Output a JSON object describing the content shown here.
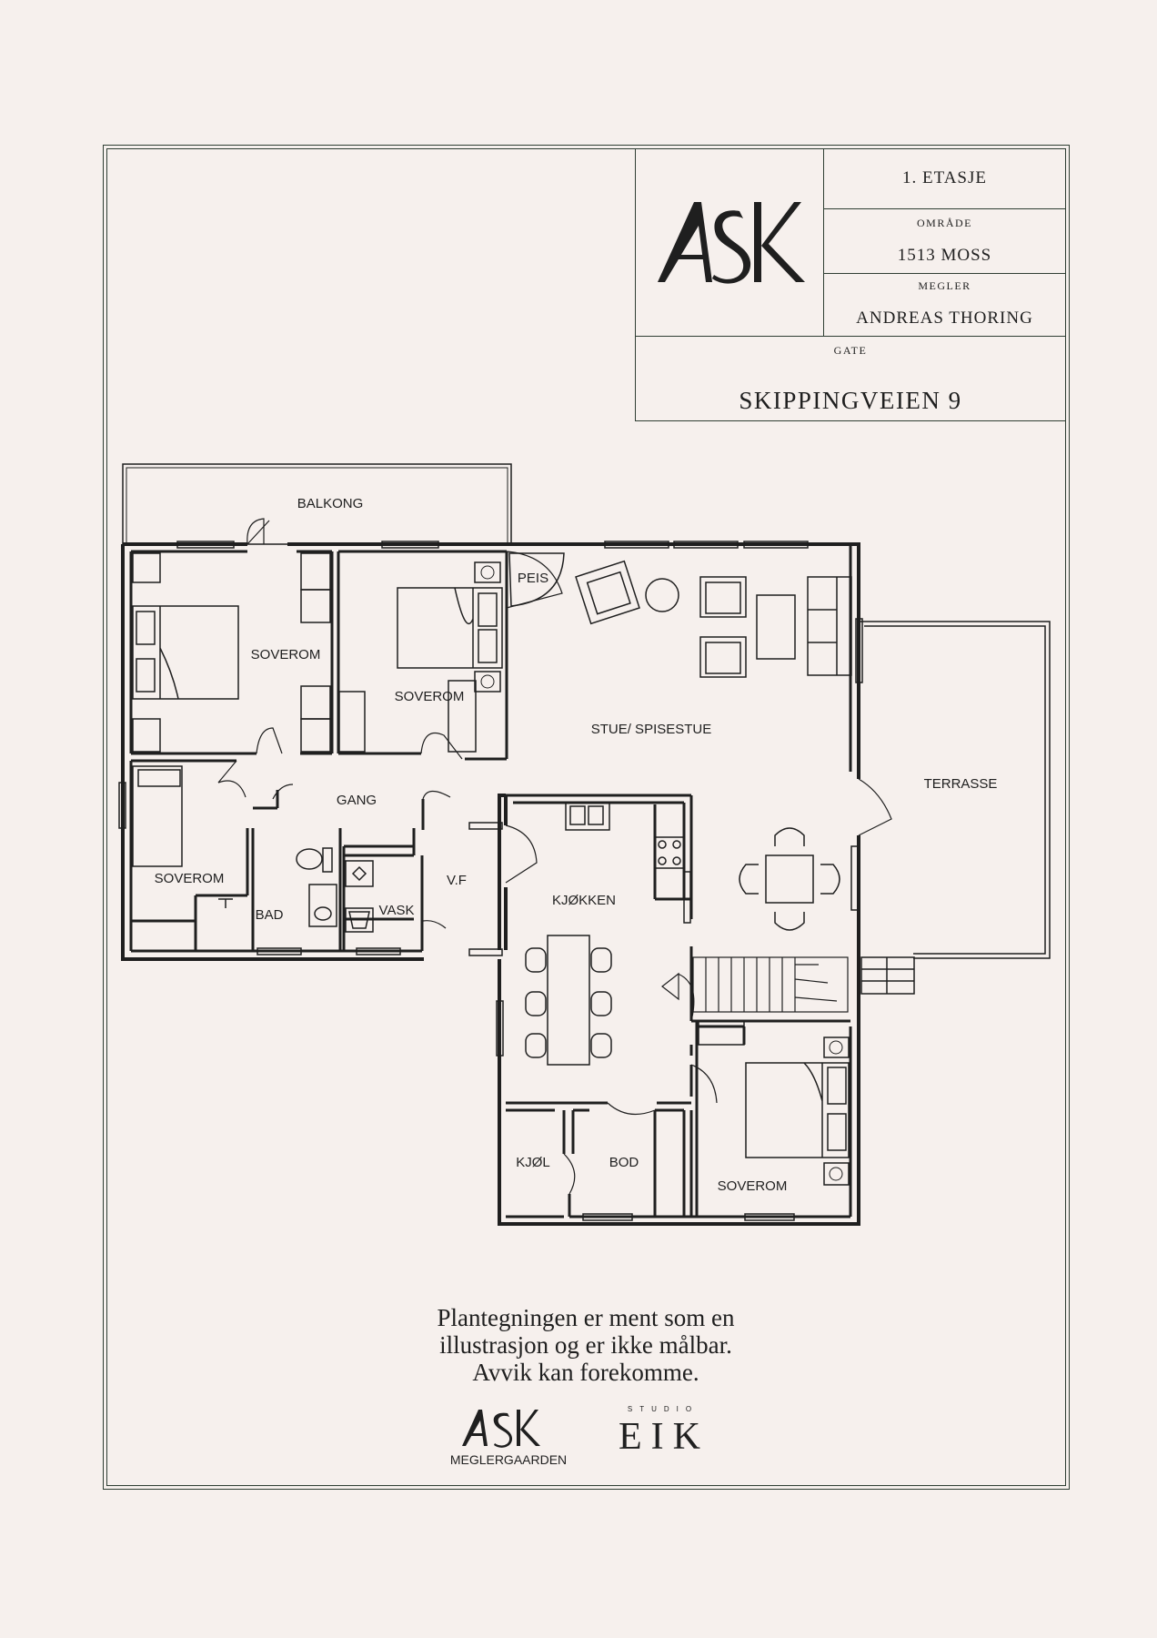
{
  "info": {
    "floor": "1. ETASJE",
    "area_label": "OMRÅDE",
    "area_value": "1513 MOSS",
    "broker_label": "MEGLER",
    "broker_value": "ANDREAS THORING",
    "street_label": "GATE",
    "street_value": "SKIPPINGVEIEN 9",
    "logo_text": "ASK"
  },
  "rooms": {
    "balkong": "BALKONG",
    "soverom_1": "SOVEROM",
    "soverom_2": "SOVEROM",
    "soverom_3": "SOVEROM",
    "soverom_4": "SOVEROM",
    "peis": "PEIS",
    "stue": "STUE/ SPISESTUE",
    "terrasse": "TERRASSE",
    "gang": "GANG",
    "vf": "V.F",
    "bad": "BAD",
    "vask": "VASK",
    "kjokken": "KJØKKEN",
    "kjol": "KJØL",
    "bod": "BOD"
  },
  "disclaimer": {
    "line1": "Plantegningen er ment som en",
    "line2": "illustrasjon og er ikke målbar.",
    "line3": "Avvik kan forekomme."
  },
  "footer_logos": {
    "ask_logo": "ASK",
    "ask_sub": "MEGLERGAARDEN",
    "eik_top": "STUDIO",
    "eik_main": "EIK"
  },
  "colors": {
    "background": "#f6f0ed",
    "frame": "#2f3e33",
    "ink": "#1f1f1f"
  }
}
